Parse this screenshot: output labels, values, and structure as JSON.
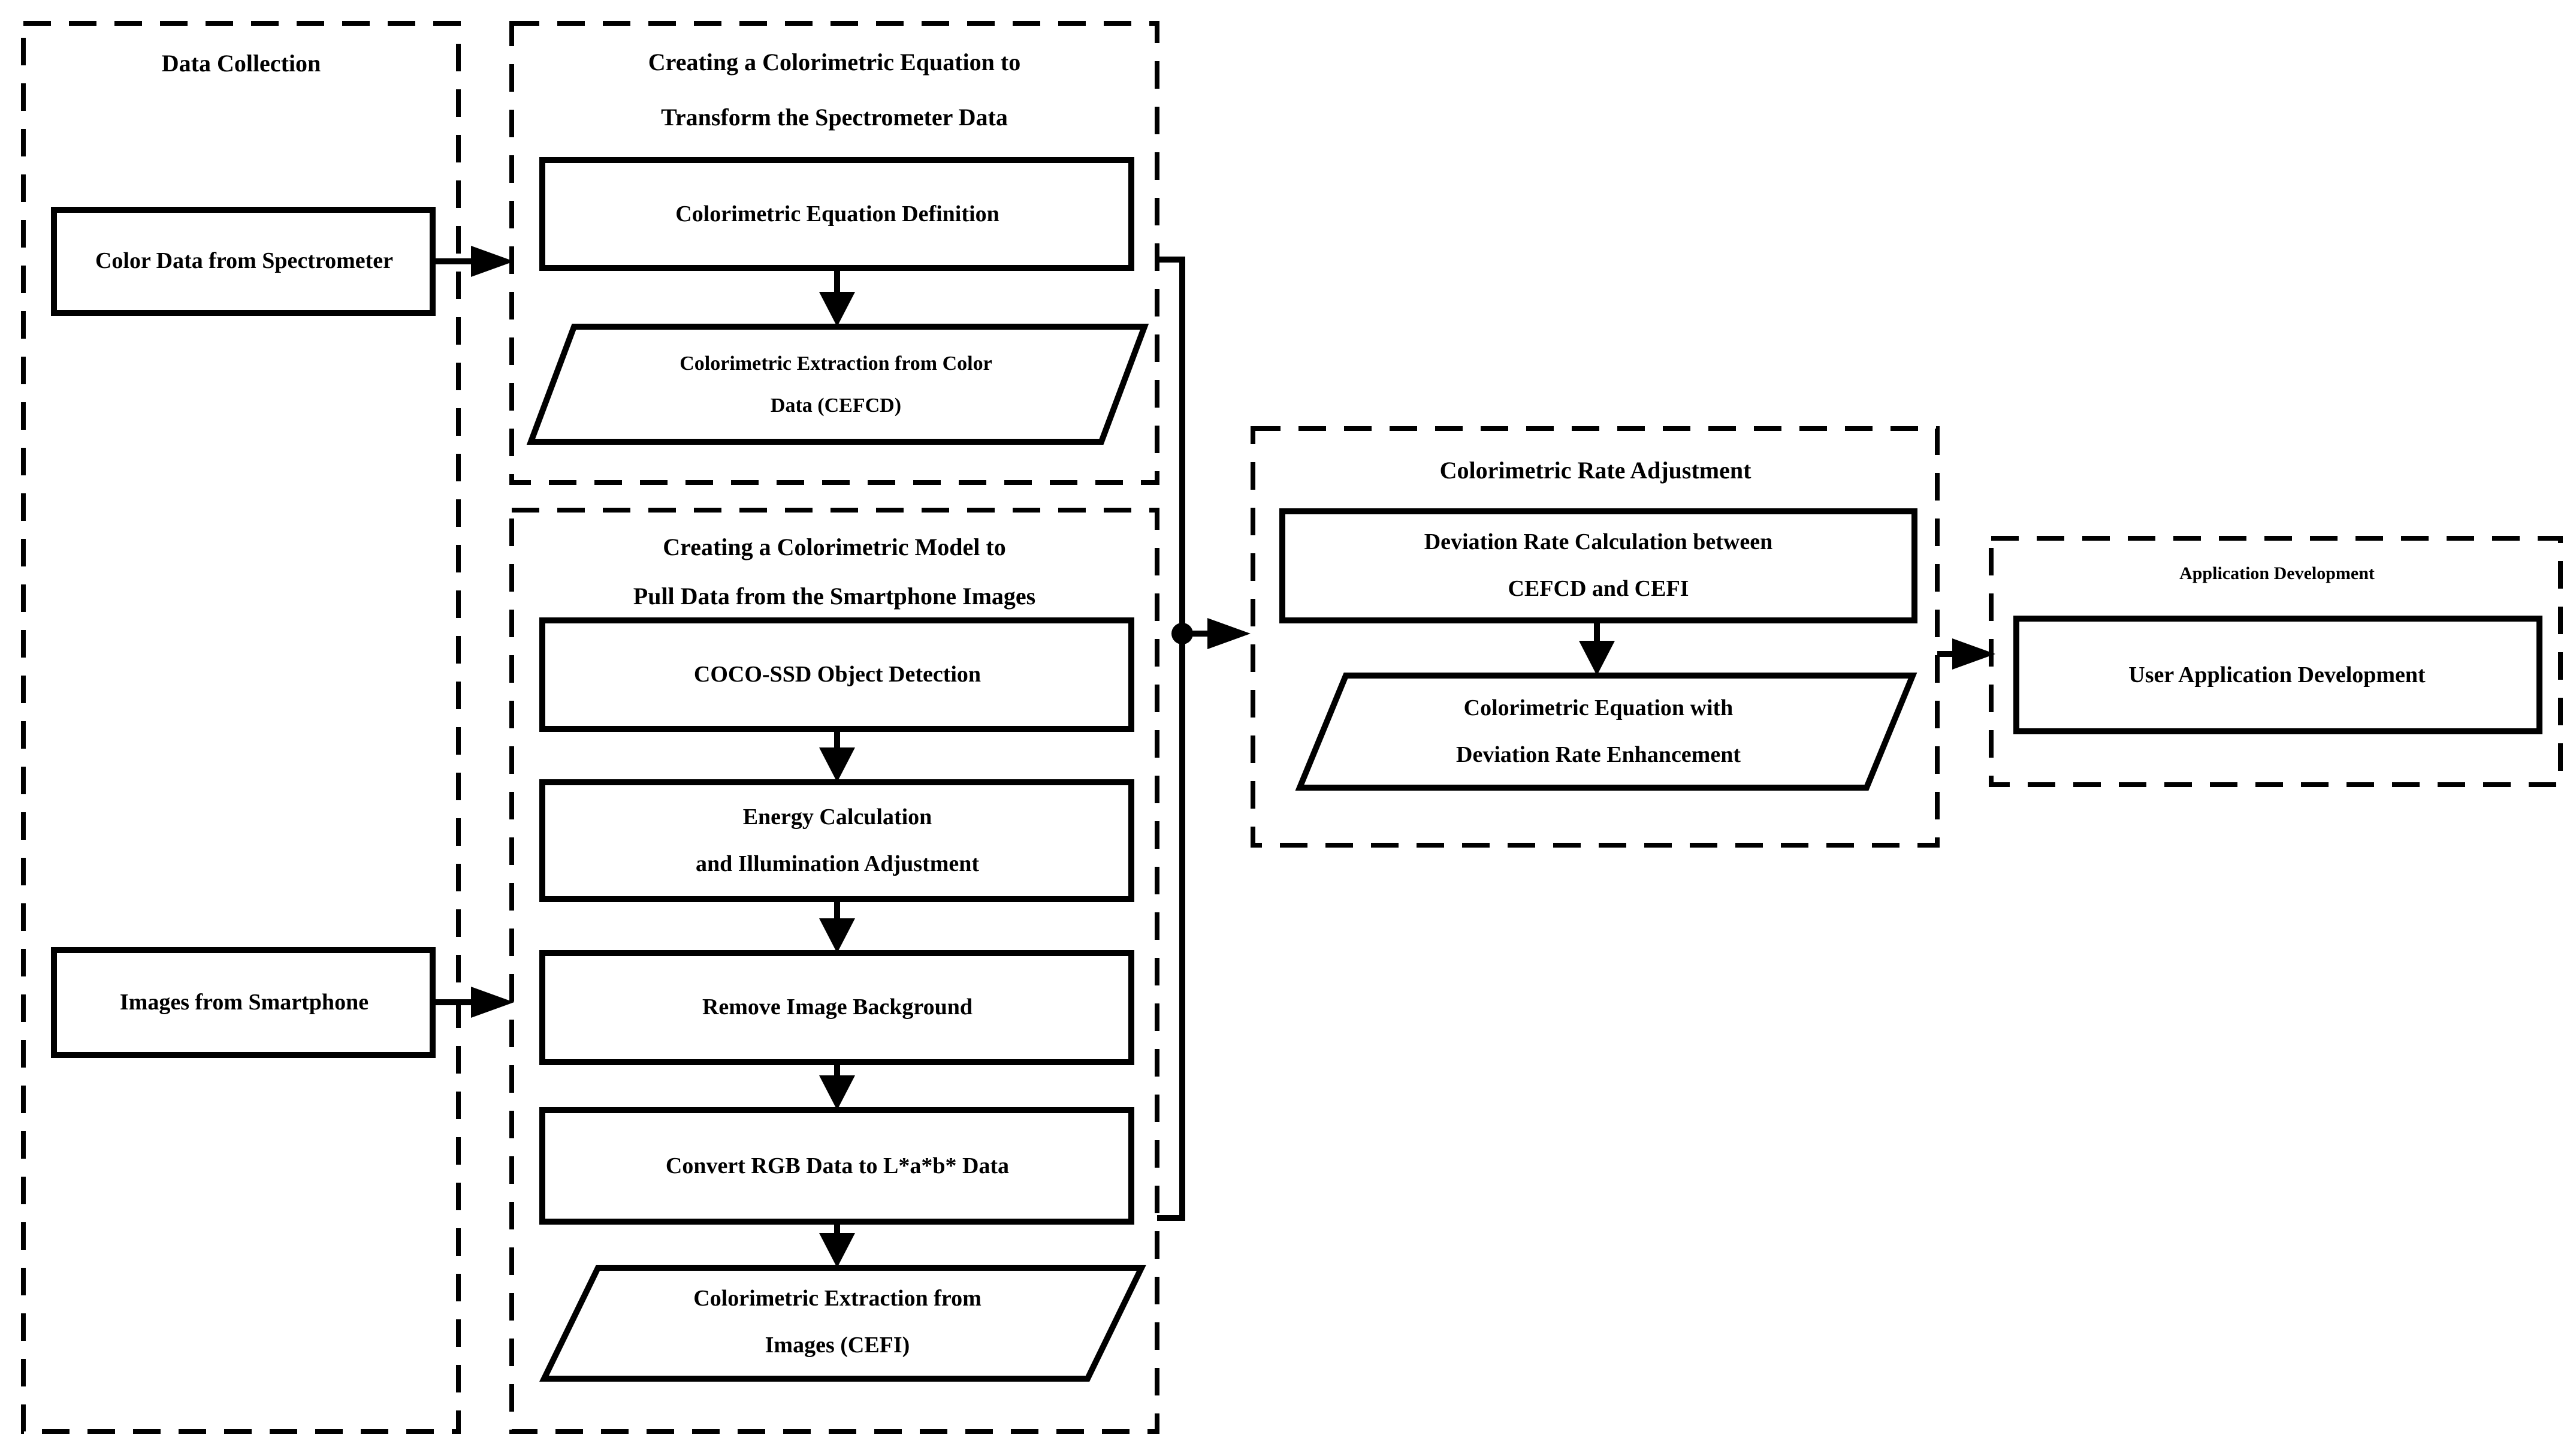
{
  "diagram": {
    "colors": {
      "ink": "#000000",
      "background": "#ffffff"
    },
    "containers": {
      "data_collection": {
        "title": "Data Collection"
      },
      "colorimetric_equation": {
        "title_line1": "Creating a Colorimetric Equation to",
        "title_line2": "Transform the Spectrometer Data"
      },
      "colorimetric_model": {
        "title_line1": "Creating a Colorimetric Model to",
        "title_line2": "Pull Data from the Smartphone Images"
      },
      "rate_adjustment": {
        "title": "Colorimetric Rate Adjustment"
      },
      "application_development": {
        "title": "Application Development"
      }
    },
    "nodes": {
      "color_data": {
        "label": "Color Data from Spectrometer"
      },
      "images_smartphone": {
        "label": "Images from Smartphone"
      },
      "equation_definition": {
        "label": "Colorimetric Equation Definition"
      },
      "cefcd": {
        "line1": "Colorimetric Extraction from Color",
        "line2": "Data (CEFCD)"
      },
      "coco_ssd": {
        "label": "COCO-SSD Object Detection"
      },
      "energy": {
        "line1": "Energy Calculation",
        "line2": "and Illumination Adjustment"
      },
      "remove_background": {
        "label": "Remove Image Background"
      },
      "convert_rgb": {
        "label": "Convert RGB Data to L*a*b* Data"
      },
      "cefi": {
        "line1": "Colorimetric Extraction from",
        "line2": "Images (CEFI)"
      },
      "deviation_rate": {
        "line1": "Deviation Rate Calculation between",
        "line2": "CEFCD and CEFI"
      },
      "deviation_enhancement": {
        "line1": "Colorimetric Equation with",
        "line2": "Deviation Rate Enhancement"
      },
      "user_app": {
        "label": "User Application Development"
      }
    }
  }
}
